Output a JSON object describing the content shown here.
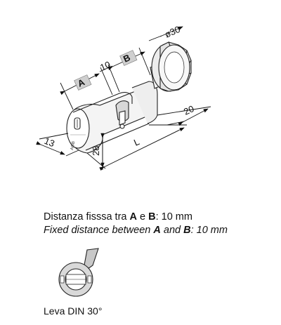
{
  "drawing": {
    "dimensions": {
      "diameter": "ø30",
      "a": "A",
      "b": "B",
      "gap": "10",
      "cam_offset": "20",
      "length": "L",
      "height": "28",
      "width": "13"
    },
    "cylinder_marking": "AGB"
  },
  "caption_it": {
    "prefix": "Distanza fisssa tra ",
    "a": "A",
    "middle": " e ",
    "b": "B",
    "suffix": ": 10 mm"
  },
  "caption_en": {
    "prefix": "Fixed distance between ",
    "a": "A",
    "middle": " and ",
    "b": "B",
    "suffix": ": 10 mm"
  },
  "lever": {
    "caption": "Leva DIN 30°"
  }
}
